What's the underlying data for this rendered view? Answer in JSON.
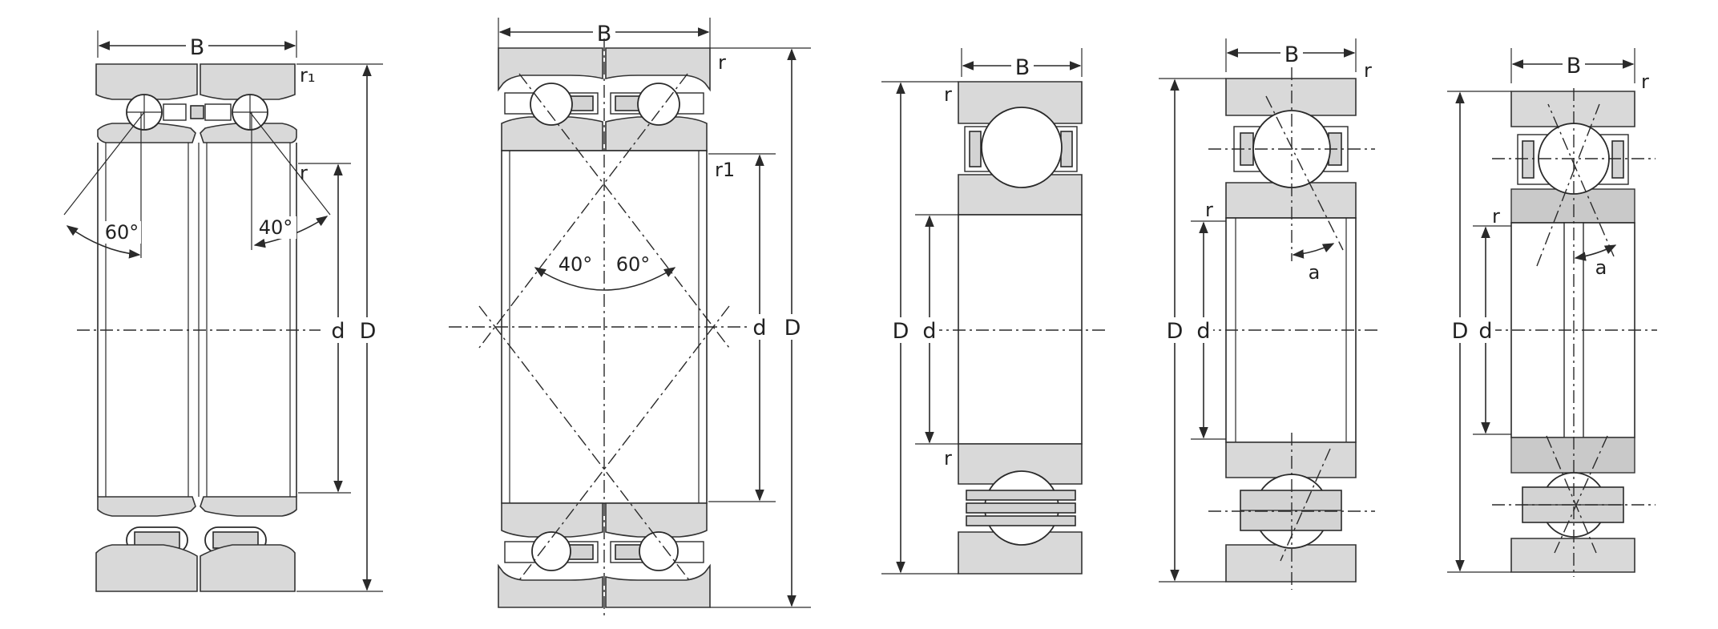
{
  "bearing_1": {
    "width_label": "B",
    "corner_label": "r₁",
    "radius_label": "r",
    "angle_left": "60°",
    "angle_right": "40°",
    "bore_label": "d",
    "outer_label": "D"
  },
  "bearing_2": {
    "width_label": "B",
    "corner_label": "r",
    "inner_corner_label": "r1",
    "angle_left": "40°",
    "angle_right": "60°",
    "bore_label": "d",
    "outer_label": "D"
  },
  "bearing_3": {
    "width_label": "B",
    "corner_top_label": "r",
    "corner_bottom_label": "r",
    "outer_label": "D",
    "bore_label": "d"
  },
  "bearing_4": {
    "width_label": "B",
    "corner_top_label": "r",
    "corner_inner_label": "r",
    "outer_label": "D",
    "bore_label": "d",
    "contact_angle_label": "a"
  },
  "bearing_5": {
    "width_label": "B",
    "corner_top_label": "r",
    "corner_inner_label": "r",
    "outer_label": "D",
    "bore_label": "d",
    "contact_angle_label": "a"
  }
}
